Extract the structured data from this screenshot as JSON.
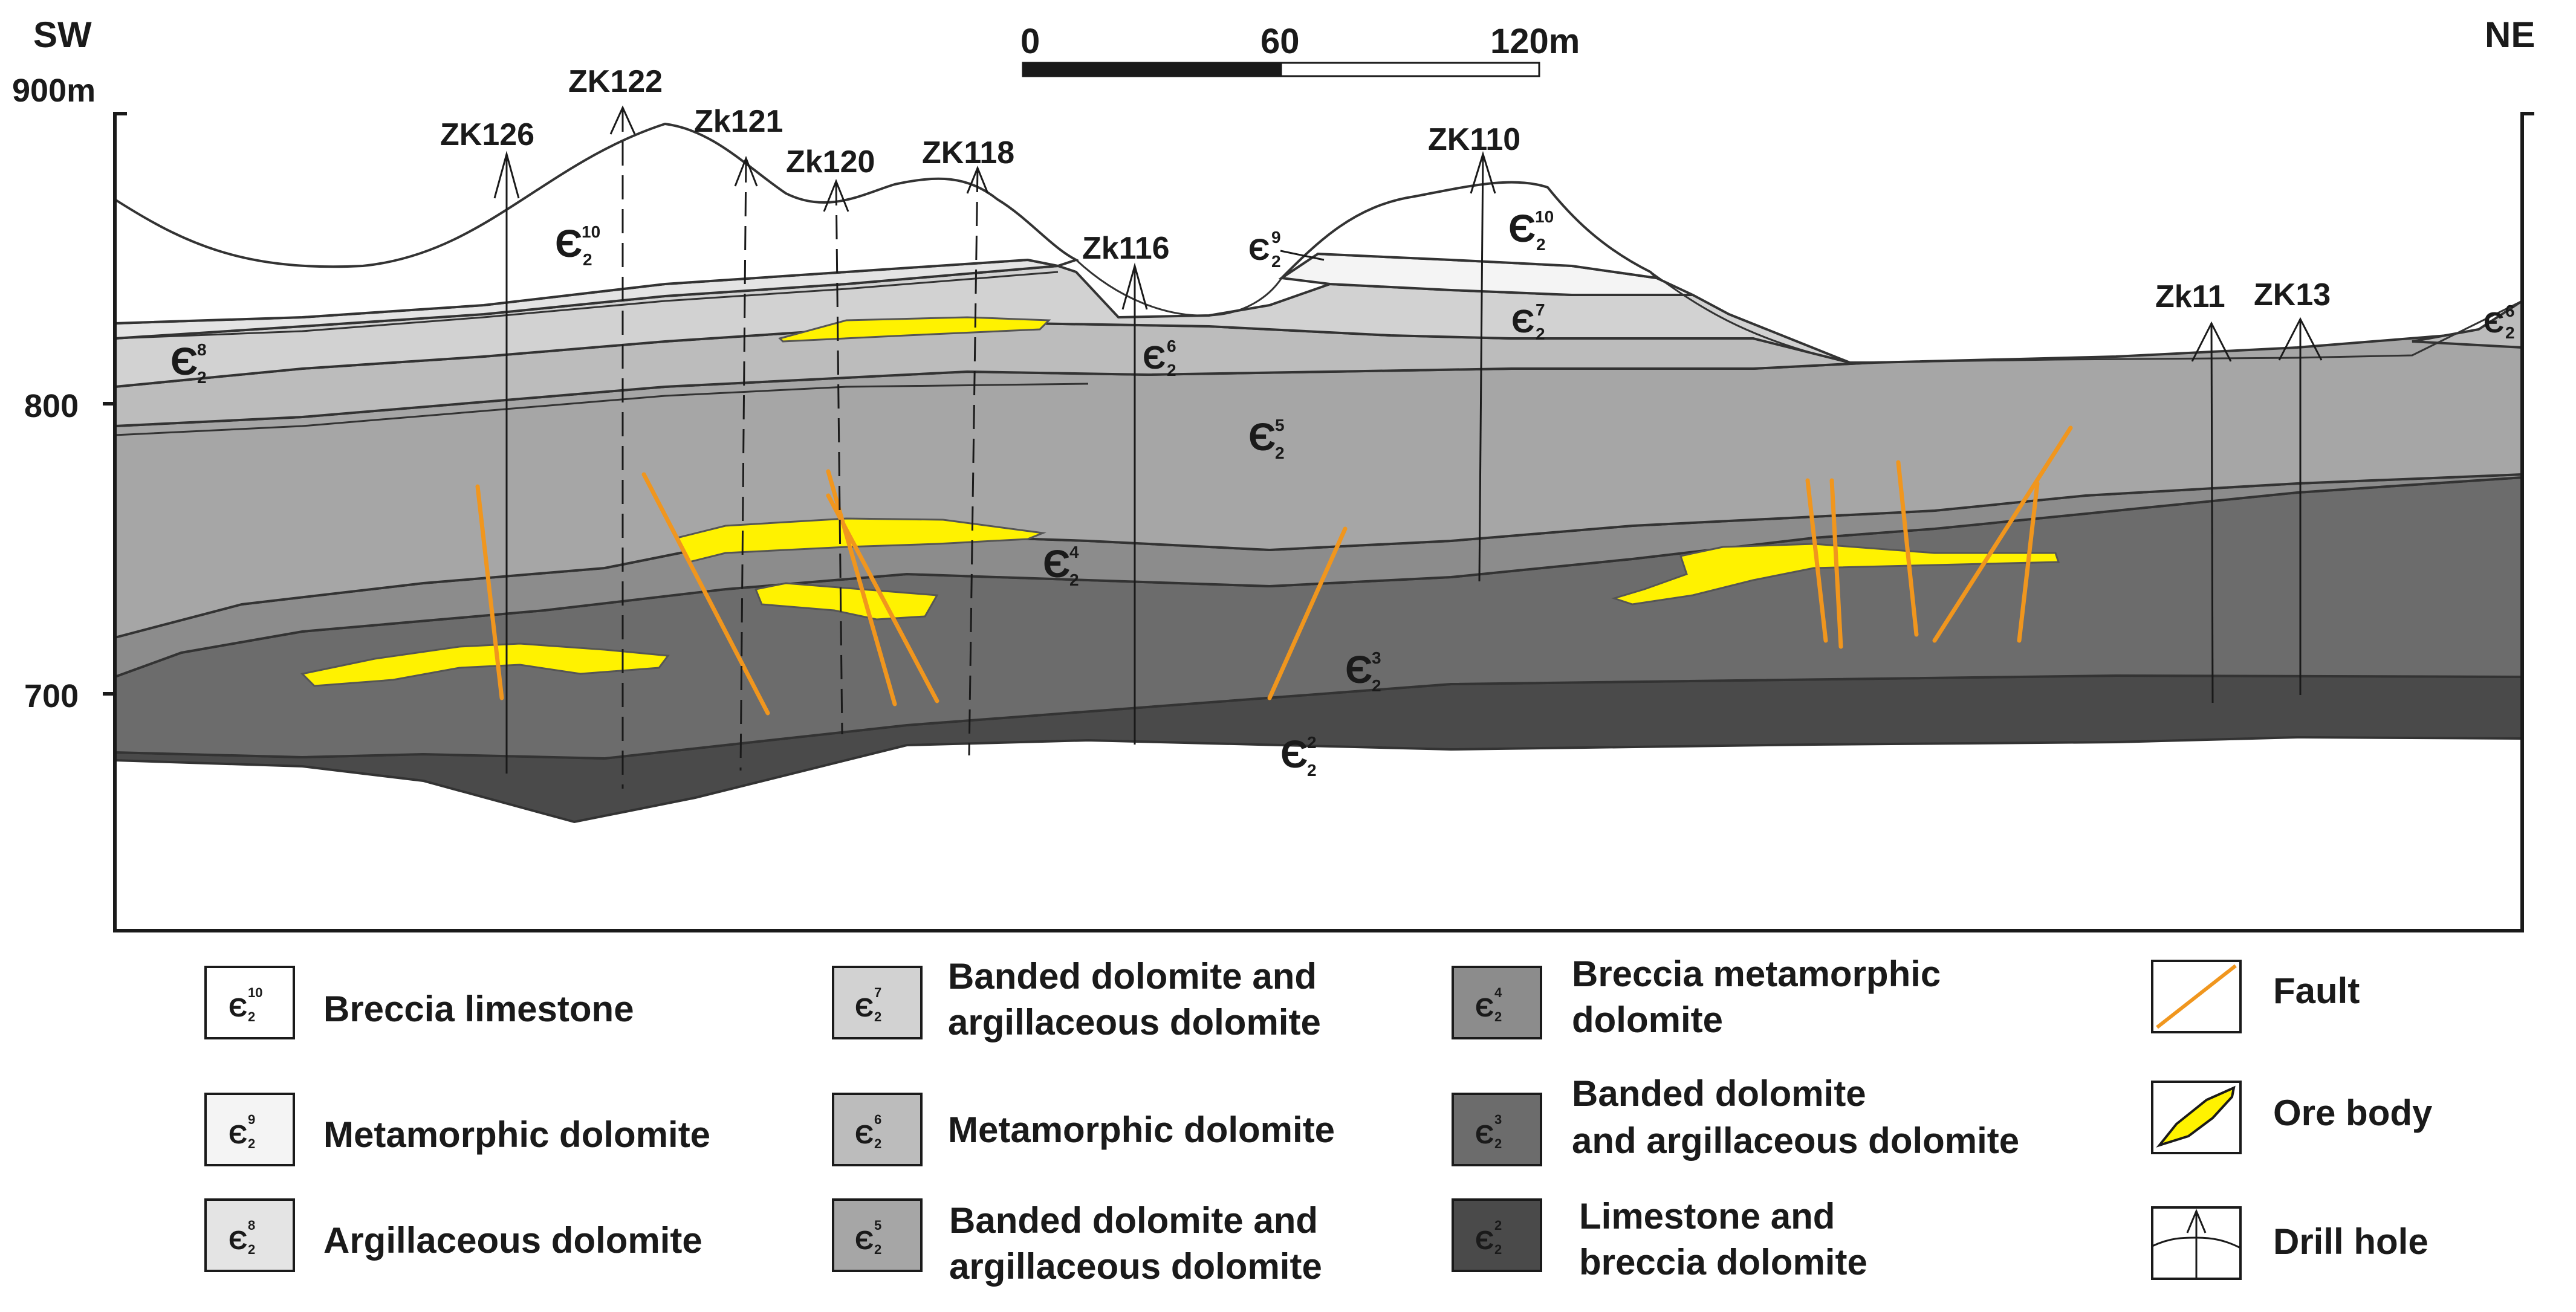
{
  "direction": {
    "left": "SW",
    "right": "NE"
  },
  "elevation_labels": [
    "900m",
    "800",
    "700"
  ],
  "scale_bar": {
    "labels": [
      "0",
      "60",
      "120m"
    ]
  },
  "unit_symbol": "Є",
  "unit_sub": "2",
  "drill_holes": [
    "ZK126",
    "ZK122",
    "Zk121",
    "Zk120",
    "ZK118",
    "Zk116",
    "ZK110",
    "Zk11",
    "ZK13"
  ],
  "unit_labels": [
    {
      "sup": "10"
    },
    {
      "sup": "10"
    },
    {
      "sup": "9"
    },
    {
      "sup": "8"
    },
    {
      "sup": "7"
    },
    {
      "sup": "6"
    },
    {
      "sup": "6"
    },
    {
      "sup": "5"
    },
    {
      "sup": "4"
    },
    {
      "sup": "3"
    },
    {
      "sup": "2"
    }
  ],
  "legend": [
    {
      "sup": "10",
      "color": "#ffffff",
      "lines": [
        "Breccia limestone"
      ]
    },
    {
      "sup": "9",
      "color": "#f4f4f4",
      "lines": [
        "Metamorphic dolomite"
      ]
    },
    {
      "sup": "8",
      "color": "#e4e4e4",
      "lines": [
        "Argillaceous dolomite"
      ]
    },
    {
      "sup": "7",
      "color": "#d2d2d2",
      "lines": [
        "Banded dolomite and",
        "argillaceous dolomite"
      ]
    },
    {
      "sup": "6",
      "color": "#bcbcbc",
      "lines": [
        "Metamorphic dolomite"
      ]
    },
    {
      "sup": "5",
      "color": "#a6a6a6",
      "lines": [
        "Banded dolomite and",
        "argillaceous dolomite"
      ]
    },
    {
      "sup": "4",
      "color": "#8c8c8c",
      "lines": [
        "Breccia metamorphic",
        "dolomite"
      ]
    },
    {
      "sup": "3",
      "color": "#6c6c6c",
      "lines": [
        "Banded dolomite",
        "and argillaceous dolomite"
      ]
    },
    {
      "sup": "2",
      "color": "#4a4a4a",
      "lines": [
        "Limestone and",
        "breccia dolomite"
      ]
    },
    {
      "symbol": "fault",
      "lines": [
        "Fault"
      ]
    },
    {
      "symbol": "ore",
      "lines": [
        "Ore body"
      ]
    },
    {
      "symbol": "drill",
      "lines": [
        "Drill hole"
      ]
    }
  ],
  "colors": {
    "ore": "#fff200",
    "fault": "#f0961e",
    "outline": "#1a1a1a"
  }
}
